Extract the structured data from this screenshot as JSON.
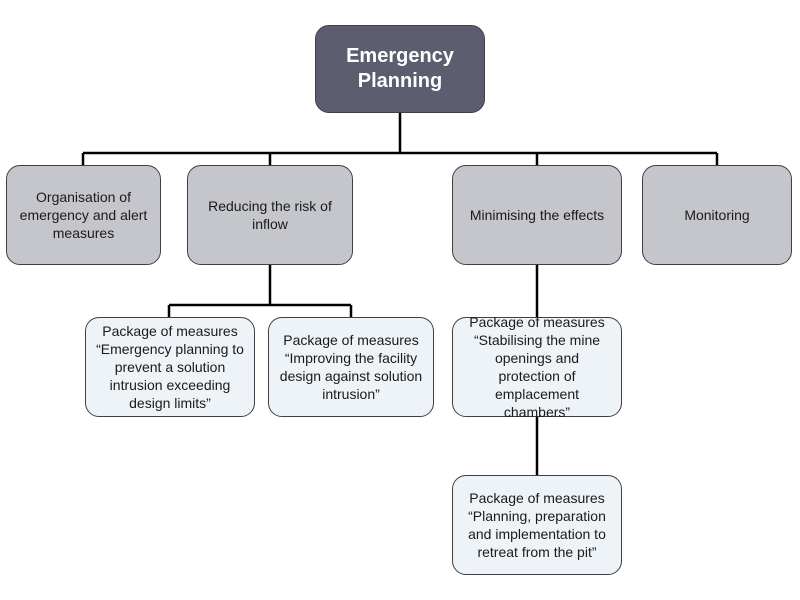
{
  "diagram": {
    "root": {
      "label": "Emergency\nPlanning"
    },
    "branches": [
      {
        "label": "Organisation of\nemergency and alert\nmeasures"
      },
      {
        "label": "Reducing the risk of\ninflow"
      },
      {
        "label": "Minimising the effects"
      },
      {
        "label": "Monitoring"
      }
    ],
    "packages": [
      {
        "label": "Package of measures\n“Emergency planning to\nprevent a solution\nintrusion exceeding\ndesign limits”"
      },
      {
        "label": "Package of measures\n“Improving the facility\ndesign against solution\nintrusion”"
      },
      {
        "label": "Package of measures\n“Stabilising the mine\nopenings and\nprotection of\nemplacement\nchambers”"
      },
      {
        "label": "Package of measures\n“Planning, preparation\nand implementation to\nretreat from the pit”"
      }
    ]
  },
  "colors": {
    "root_fill": "#5c5e6f",
    "branch_fill": "#c5c6cc",
    "package_fill": "#eef3f8",
    "connector": "#000000"
  }
}
